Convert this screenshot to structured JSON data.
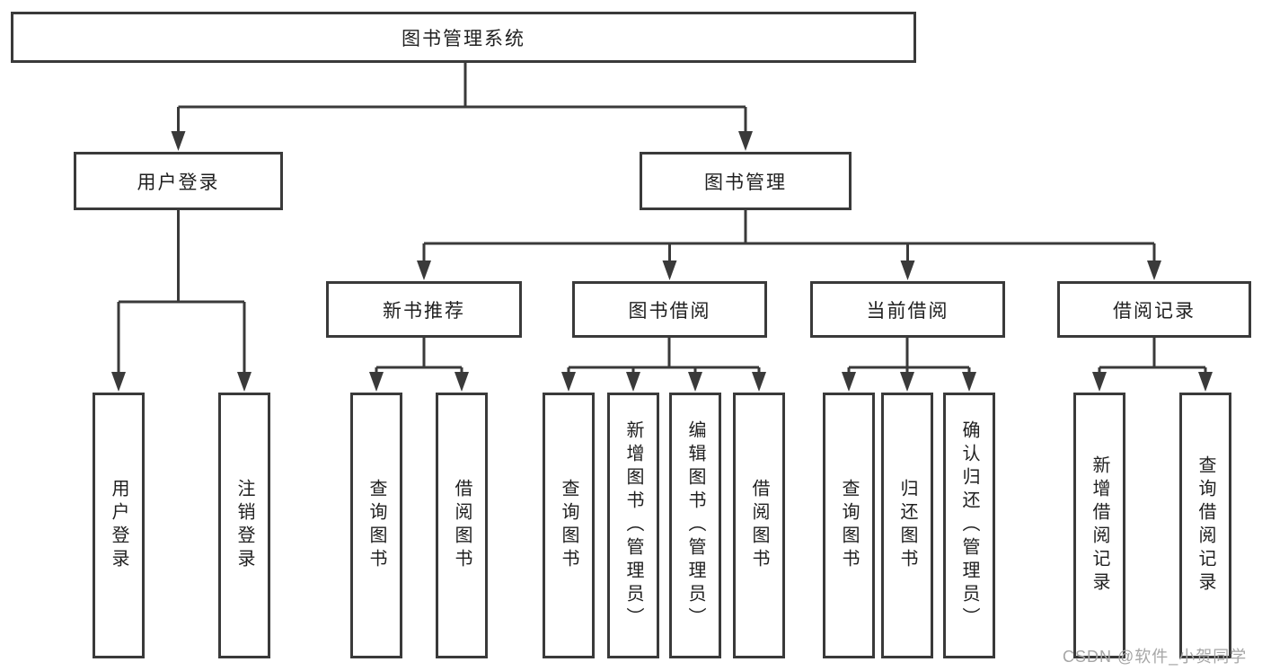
{
  "diagram": {
    "root": {
      "label": "图书管理系统"
    },
    "level2": [
      {
        "id": "user-login",
        "parent": "图书管理系统",
        "label": "用户登录"
      },
      {
        "id": "book-management",
        "parent": "图书管理系统",
        "label": "图书管理"
      }
    ],
    "level3": [
      {
        "id": "new-book-recommend",
        "parent": "图书管理",
        "label": "新书推荐"
      },
      {
        "id": "book-borrowing",
        "parent": "图书管理",
        "label": "图书借阅"
      },
      {
        "id": "current-borrowing",
        "parent": "图书管理",
        "label": "当前借阅"
      },
      {
        "id": "borrowing-records",
        "parent": "图书管理",
        "label": "借阅记录"
      }
    ],
    "leaves": [
      {
        "parent": "用户登录",
        "label": "用户登录"
      },
      {
        "parent": "用户登录",
        "label": "注销登录"
      },
      {
        "parent": "新书推荐",
        "label": "查询图书"
      },
      {
        "parent": "新书推荐",
        "label": "借阅图书"
      },
      {
        "parent": "图书借阅",
        "label": "查询图书"
      },
      {
        "parent": "图书借阅",
        "label": "新增图书（管理员）"
      },
      {
        "parent": "图书借阅",
        "label": "编辑图书（管理员）"
      },
      {
        "parent": "图书借阅",
        "label": "借阅图书"
      },
      {
        "parent": "当前借阅",
        "label": "查询图书"
      },
      {
        "parent": "当前借阅",
        "label": "归还图书"
      },
      {
        "parent": "当前借阅",
        "label": "确认归还（管理员）"
      },
      {
        "parent": "借阅记录",
        "label": "新增借阅记录"
      },
      {
        "parent": "借阅记录",
        "label": "查询借阅记录"
      }
    ]
  },
  "watermark": {
    "text": "CSDN @软件_小贺同学"
  },
  "colors": {
    "line": "#3a3a3a",
    "box_border": "#3a3a3a",
    "box_background": "#ffffff",
    "text": "#1f1f1f",
    "watermark": "#a6a6a6",
    "page_background": "#ffffff"
  }
}
